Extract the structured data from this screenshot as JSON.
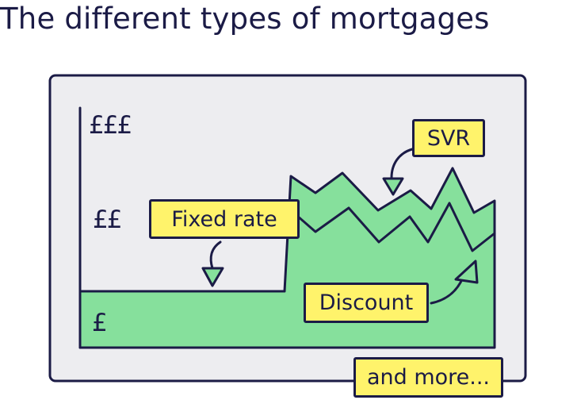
{
  "title": "The different types of mortgages",
  "axis": {
    "high": "£££",
    "mid": "££",
    "low": "£"
  },
  "callouts": {
    "svr": "SVR",
    "fixed": "Fixed rate",
    "discount": "Discount",
    "more": "and more..."
  },
  "colors": {
    "ink": "#1b1b46",
    "panel": "#ededf0",
    "fill": "#86e09c",
    "callout": "#fff36b"
  }
}
